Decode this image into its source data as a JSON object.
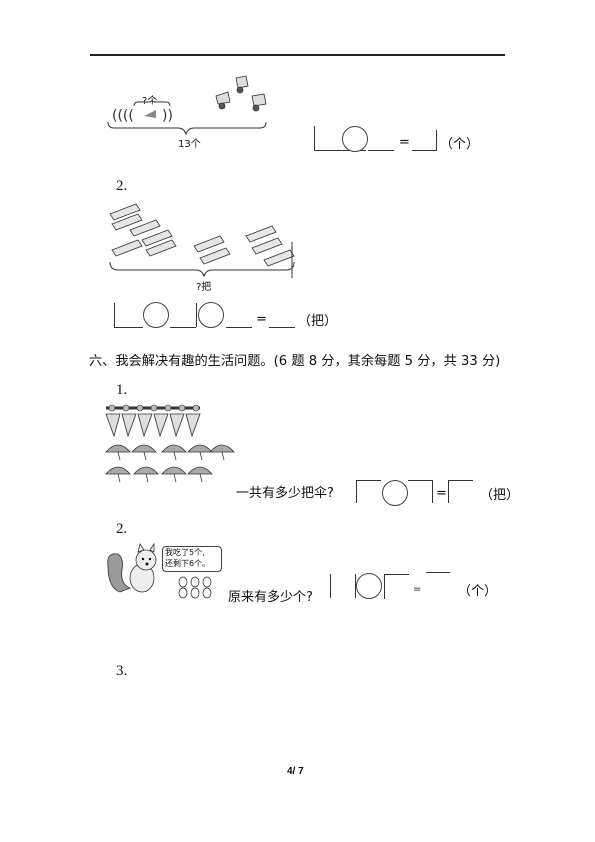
{
  "problem_shuttlecock": {
    "question_label": "?个",
    "total_label": "13个",
    "equals": "=",
    "unit": "（个）"
  },
  "problem_2_top": {
    "number": "2.",
    "total_label": "?把",
    "equals": "=",
    "unit": "（把）"
  },
  "section_6": {
    "heading": "六、我会解决有趣的生活问题。(6 题 8 分，其余每题 5 分，共 33 分)"
  },
  "problem_1": {
    "number": "1.",
    "question": "一共有多少把伞?",
    "equals": "=",
    "unit": "（把）"
  },
  "problem_2": {
    "number": "2.",
    "bubble_line1": "我吃了5个,",
    "bubble_line2": "还剩下6个。",
    "question": "原来有多少个?",
    "equals": "=",
    "unit": "（个）"
  },
  "problem_3": {
    "number": "3."
  },
  "footer": {
    "page": "4/ 7"
  }
}
